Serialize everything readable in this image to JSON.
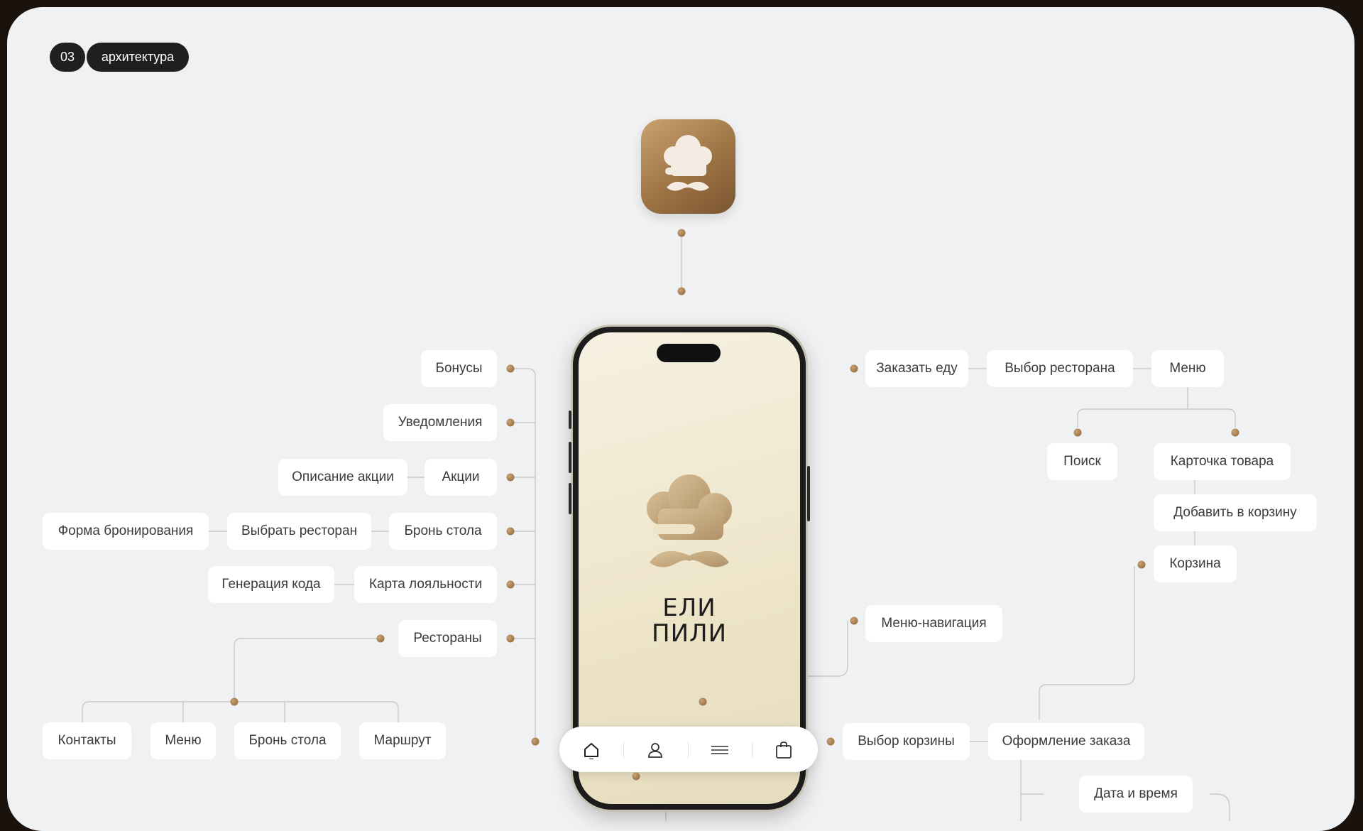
{
  "header": {
    "number": "03",
    "title": "архитектура"
  },
  "brand": {
    "line1": "ЕЛИ",
    "line2": "ПИЛИ"
  },
  "accent_color": "#a57c4d",
  "icons": [
    "chef-hat-mustache-icon",
    "home-icon",
    "user-icon",
    "menu-lines-icon",
    "shopping-bag-icon"
  ],
  "nodes": {
    "bonuses": "Бонусы",
    "notifications": "Уведомления",
    "promo_description": "Описание акции",
    "promos": "Акции",
    "booking_form": "Форма бронирования",
    "choose_restaurant_left": "Выбрать ресторан",
    "table_booking": "Бронь стола",
    "code_generation": "Генерация кода",
    "loyalty_card": "Карта лояльности",
    "restaurants": "Рестораны",
    "contacts": "Контакты",
    "menu_left": "Меню",
    "table_booking_bottom": "Бронь стола",
    "route": "Маршрут",
    "order_food": "Заказать еду",
    "restaurant_choice": "Выбор ресторана",
    "menu_right": "Меню",
    "search": "Поиск",
    "product_card": "Карточка товара",
    "add_to_cart": "Добавить в корзину",
    "cart": "Корзина",
    "menu_navigation": "Меню-навигация",
    "cart_choice": "Выбор корзины",
    "checkout": "Оформление заказа",
    "date_time": "Дата и время"
  }
}
